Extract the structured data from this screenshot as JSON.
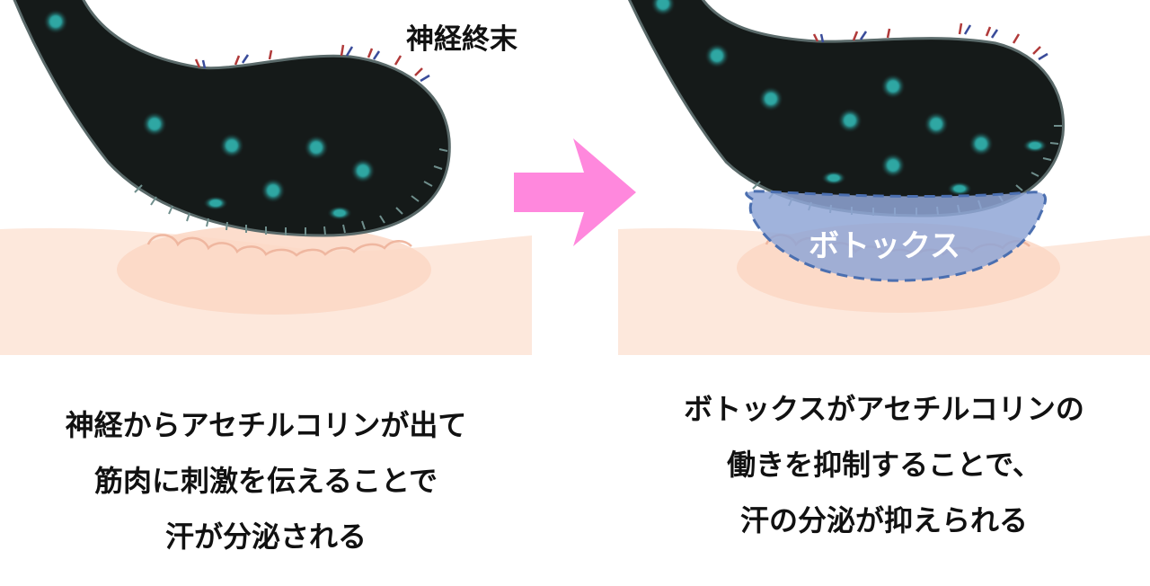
{
  "labels": {
    "nerve_ending": "神経終末",
    "botox": "ボトックス"
  },
  "captions": {
    "left": [
      "神経からアセチルコリンが出て",
      "筋肉に刺激を伝えることで",
      "汗が分泌される"
    ],
    "right": [
      "ボトックスがアセチルコリンの",
      "働きを抑制することで、",
      "汗の分泌が抑えられる"
    ]
  },
  "colors": {
    "nerve_body": "#151a19",
    "nerve_outline": "#5a6a6a",
    "vesicle": "#2fa7a3",
    "skin_base": "#fde8dc",
    "gland": "#fbd7c4",
    "gland_outline": "#efb7a0",
    "botox_fill": "#8fa6d6",
    "botox_outline": "#4b6fb0",
    "arrow": "#ff88dd",
    "receptor_red": "#b03a3a",
    "receptor_blue": "#3a4c9a"
  }
}
